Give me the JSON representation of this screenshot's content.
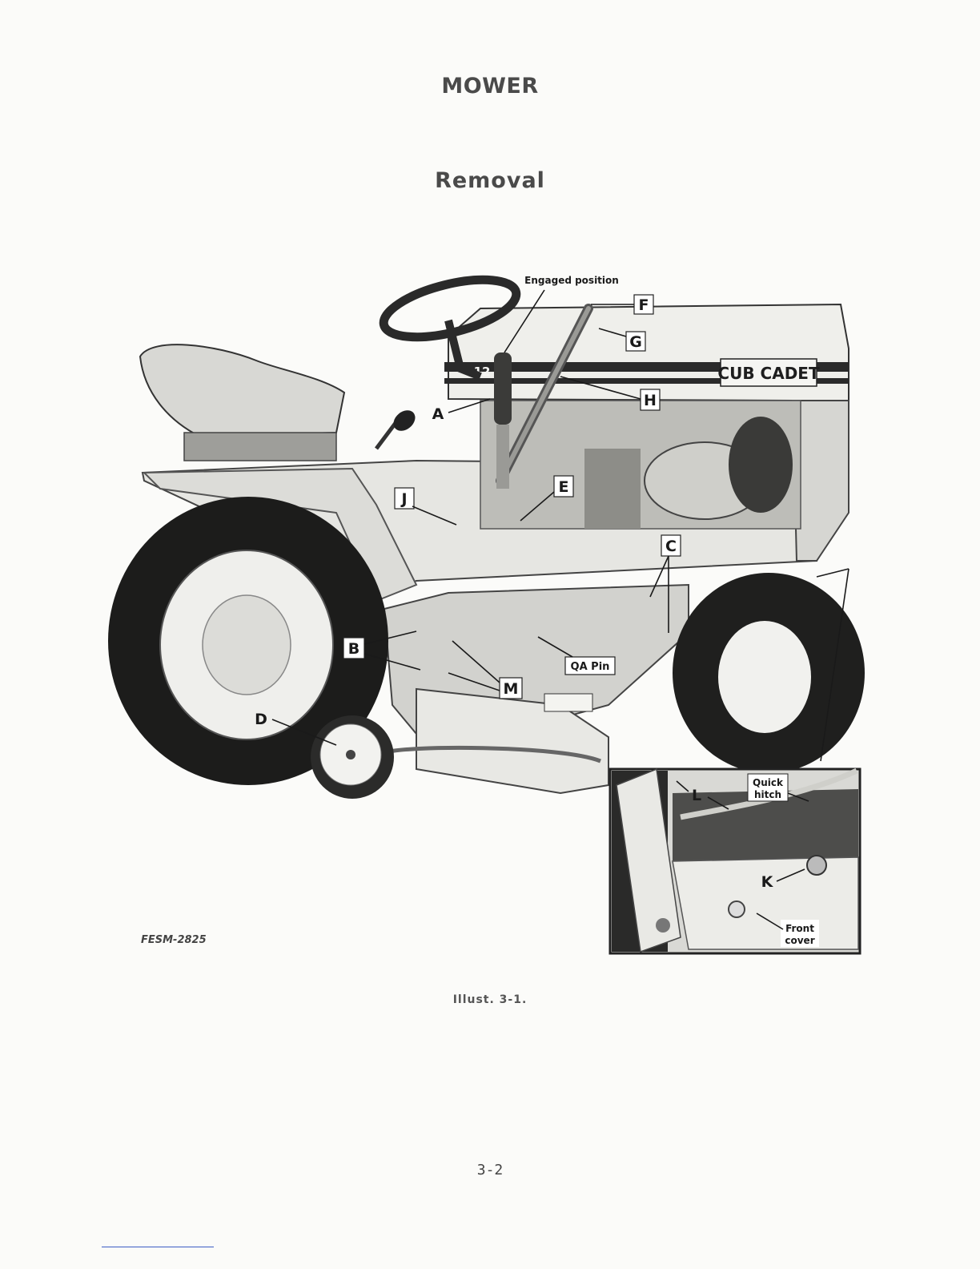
{
  "header": {
    "title": "MOWER",
    "subtitle": "Removal"
  },
  "figure": {
    "id": "FESM-2825",
    "caption": "Illust. 3-1.",
    "hood_brand": "CUB CADET",
    "hood_model": "12",
    "callouts": {
      "engaged": "Engaged position",
      "a": "A",
      "b": "B",
      "c": "C",
      "d": "D",
      "e": "E",
      "f": "F",
      "g": "G",
      "h": "H",
      "j": "J",
      "m": "M",
      "qa_pin": "QA Pin"
    },
    "inset": {
      "l": "L",
      "k": "K",
      "quick_hitch_1": "Quick",
      "quick_hitch_2": "hitch",
      "front_cover_1": "Front",
      "front_cover_2": "cover"
    }
  },
  "page": {
    "number": "3-2"
  }
}
